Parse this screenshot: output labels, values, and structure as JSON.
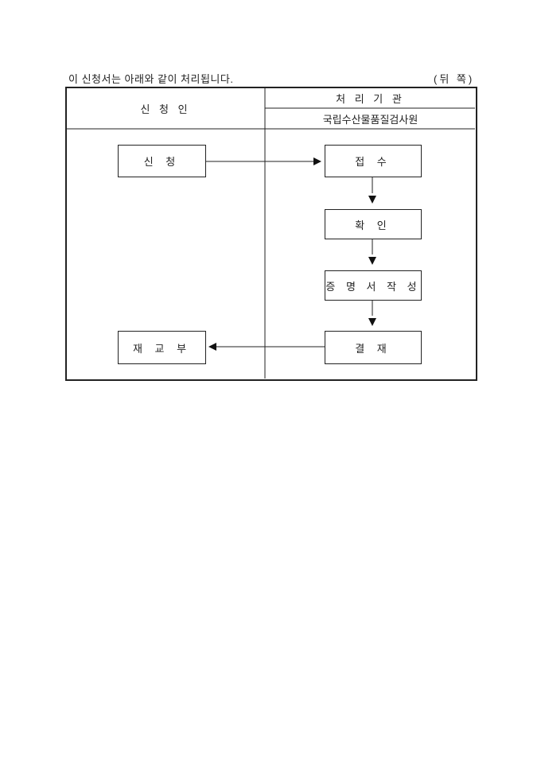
{
  "caption": "이 신청서는 아래와 같이 처리됩니다.",
  "side_label": "(뒤 쪽)",
  "header": {
    "applicant": "신 청 인",
    "agency": "처 리 기 관",
    "agency_name": "국립수산물품질검사원"
  },
  "steps": {
    "apply": "신 청",
    "receive": "접 수",
    "confirm": "확 인",
    "issue_certificate": "증 명 서 작 성",
    "approve": "결 재",
    "reissue": "재 교 부"
  }
}
